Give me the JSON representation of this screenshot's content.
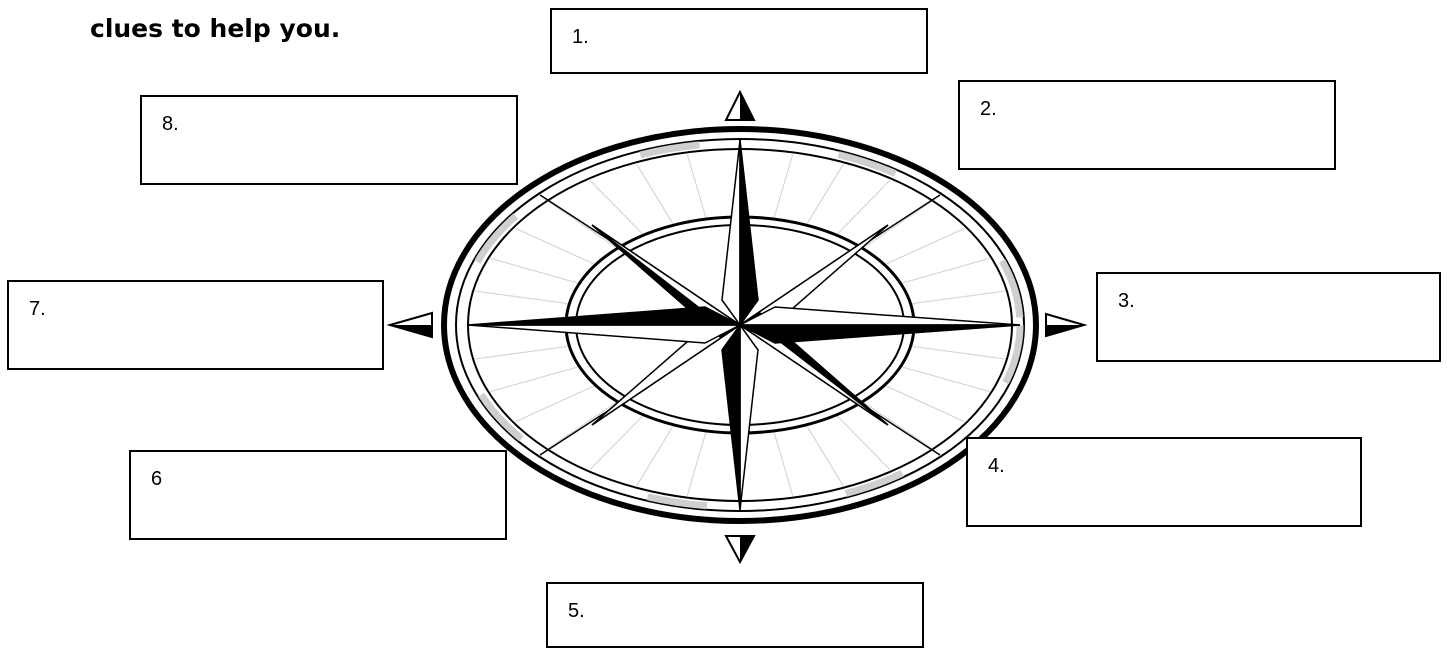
{
  "worksheet": {
    "instruction_visible": "clues to help you."
  },
  "answer_boxes": [
    {
      "label": "1."
    },
    {
      "label": "2."
    },
    {
      "label": "3."
    },
    {
      "label": "4."
    },
    {
      "label": "5."
    },
    {
      "label": "6"
    },
    {
      "label": "7."
    },
    {
      "label": "8."
    }
  ],
  "colors": {
    "ink": "#000000",
    "ring_band": "#cfcfcf",
    "paper": "#ffffff"
  }
}
